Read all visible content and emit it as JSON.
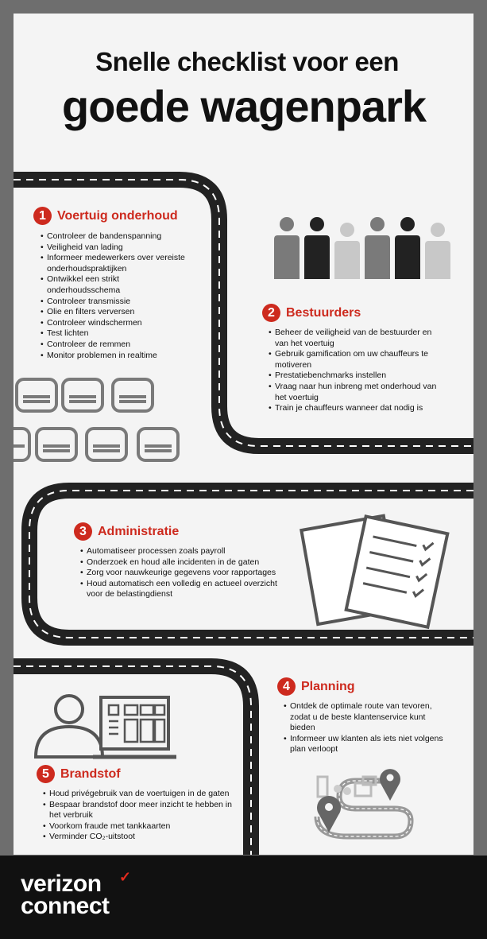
{
  "header": {
    "title_line1": "Snelle checklist voor een",
    "title_line2": "goede wagenpark"
  },
  "sections": [
    {
      "number": "1",
      "title": "Voertuig onderhoud",
      "items": [
        "Controleer de bandenspanning",
        "Veiligheid van lading",
        "Informeer medewerkers over vereiste onderhoudspraktijken",
        "Ontwikkel een strikt onderhoudsschema",
        "Controleer transmissie",
        "Olie en filters verversen",
        "Controleer windschermen",
        "Test lichten",
        "Controleer de remmen",
        "Monitor problemen in realtime"
      ]
    },
    {
      "number": "2",
      "title": "Bestuurders",
      "items": [
        "Beheer de veiligheid van de bestuurder en van het voertuig",
        "Gebruik gamification om uw chauffeurs te motiveren",
        "Prestatiebenchmarks instellen",
        "Vraag naar hun inbreng met onderhoud van het voertuig",
        "Train je chauffeurs wanneer dat nodig is"
      ]
    },
    {
      "number": "3",
      "title": "Administratie",
      "items": [
        "Automatiseer processen zoals payroll",
        "Onderzoek en houd alle incidenten in de gaten",
        "Zorg voor nauwkeurige gegevens voor rapportages",
        "Houd automatisch een volledig en actueel overzicht voor de belastingdienst"
      ]
    },
    {
      "number": "4",
      "title": "Planning",
      "items": [
        "Ontdek de optimale route van tevoren, zodat u de beste klantenservice kunt bieden",
        "Informeer uw klanten als iets niet volgens plan verloopt"
      ]
    },
    {
      "number": "5",
      "title": "Brandstof",
      "items": [
        "Houd privégebruik van de voertuigen in de gaten",
        "Bespaar brandstof door meer inzicht te hebben in het verbruik",
        "Voorkom fraude met tankkaarten",
        "Verminder CO₂-uitstoot"
      ]
    }
  ],
  "footer": {
    "logo_line1": "verizon",
    "logo_line2": "connect",
    "logo_mark": "✓"
  },
  "colors": {
    "accent": "#cd2a1e",
    "road": "#222222",
    "background": "#f4f4f4",
    "frame": "#6e6e6e",
    "footer": "#111111"
  },
  "icons": [
    "person-icon",
    "bus-icon",
    "document-check-icon",
    "computer-user-icon",
    "map-pin-icon",
    "building-icon"
  ]
}
